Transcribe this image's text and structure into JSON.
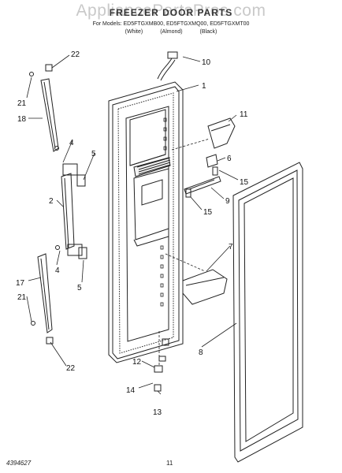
{
  "watermark": "AppliancePartsPros.com",
  "header": {
    "title": "FREEZER DOOR PARTS",
    "models": "For Models: ED5FTGXMB00, ED5FTGXMQ00, ED5FTGXMT00",
    "variants": [
      "(White)",
      "(Almond)",
      "(Black)"
    ]
  },
  "callouts": {
    "c1": "1",
    "c2": "2",
    "c4a": "4",
    "c4b": "4",
    "c5a": "5",
    "c5b": "5",
    "c6": "6",
    "c7": "7",
    "c8": "8",
    "c9": "9",
    "c10": "10",
    "c11": "11",
    "c12": "12",
    "c13": "13",
    "c14": "14",
    "c15a": "15",
    "c15b": "15",
    "c17": "17",
    "c18": "18",
    "c21a": "21",
    "c21b": "21",
    "c22a": "22",
    "c22b": "22"
  },
  "footer": {
    "doc_id": "4394627",
    "page": "11"
  }
}
